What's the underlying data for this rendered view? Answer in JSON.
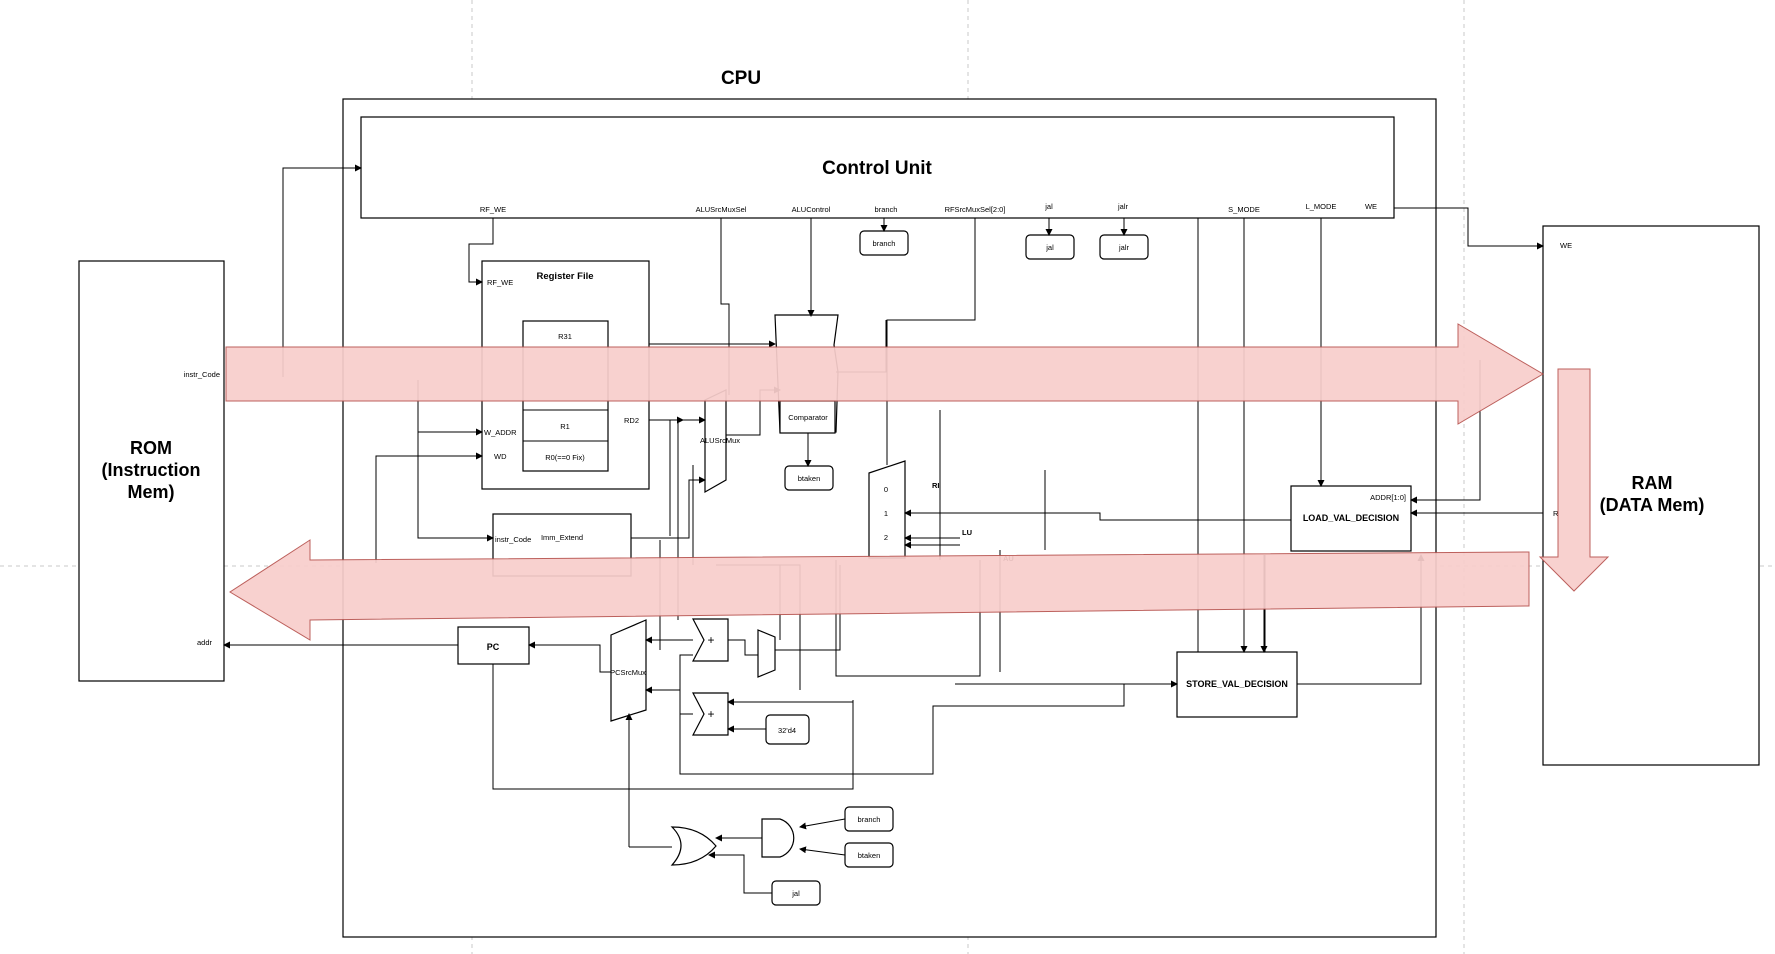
{
  "titles": {
    "cpu": "CPU",
    "control_unit": "Control Unit",
    "register_file": "Register File",
    "rom_line1": "ROM",
    "rom_line2": "(Instruction",
    "rom_line3": "Mem)",
    "ram_line1": "RAM",
    "ram_line2": "(DATA Mem)"
  },
  "control_signals": {
    "rf_we": "RF_WE",
    "alusrcmuxsel": "ALUSrcMuxSel",
    "alucontrol": "ALUControl",
    "branch": "branch",
    "rfsrcmuxsel": "RFSrcMuxSel[2:0]",
    "jal": "jal",
    "jalr": "jalr",
    "s_mode": "S_MODE",
    "l_mode": "L_MODE",
    "we": "WE"
  },
  "signal_boxes": {
    "branch": "branch",
    "jal": "jal",
    "jalr": "jalr",
    "btaken": "btaken",
    "and_branch": "branch",
    "and_btaken": "btaken",
    "or_jal": "jal",
    "const_4": "32'd4"
  },
  "register_file": {
    "rf_we": "RF_WE",
    "w_addr": "W_ADDR",
    "wd": "WD",
    "rd2": "RD2",
    "r31": "R31",
    "r1": "R1",
    "r0": "R0(==0 Fix)"
  },
  "rom_ports": {
    "instr_code": "instr_Code",
    "addr": "addr"
  },
  "ram_ports": {
    "we": "WE",
    "r_partial": "R"
  },
  "blocks": {
    "imm_extend": "Imm_Extend",
    "imm_instr_code": "instr_Code",
    "alusrcmux": "ALUSrcMux",
    "comparator": "Comparator",
    "pc": "PC",
    "pcsrcmux": "PCSrcMux",
    "load_val": "LOAD_VAL_DECISION",
    "load_addr": "ADDR[1:0]",
    "store_val": "STORE_VAL_DECISION",
    "adder_sign": "+"
  },
  "rf_mux": {
    "in0": "0",
    "in1": "1",
    "in2": "2",
    "label_ri": "RI",
    "label_lu": "LU",
    "label_au": "AU"
  },
  "colors": {
    "arrow_fill": "#f8cecc",
    "arrow_stroke": "#b85450"
  }
}
